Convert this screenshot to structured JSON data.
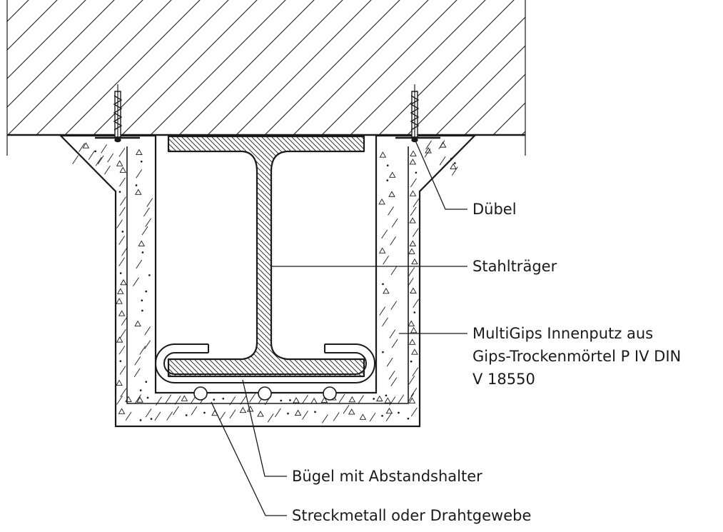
{
  "labels": {
    "duebel": "Dübel",
    "stahltraeger": "Stahlträger",
    "innenputz_line1": "MultiGips Innenputz aus",
    "innenputz_line2": "Gips-Trockenmörtel P IV DIN",
    "innenputz_line3": "V 18550",
    "buegel": "Bügel mit Abstandshalter",
    "streckmetall": "Streckmetall oder Drahtgewebe"
  },
  "colors": {
    "line": "#1a1a1a",
    "background": "#ffffff"
  }
}
